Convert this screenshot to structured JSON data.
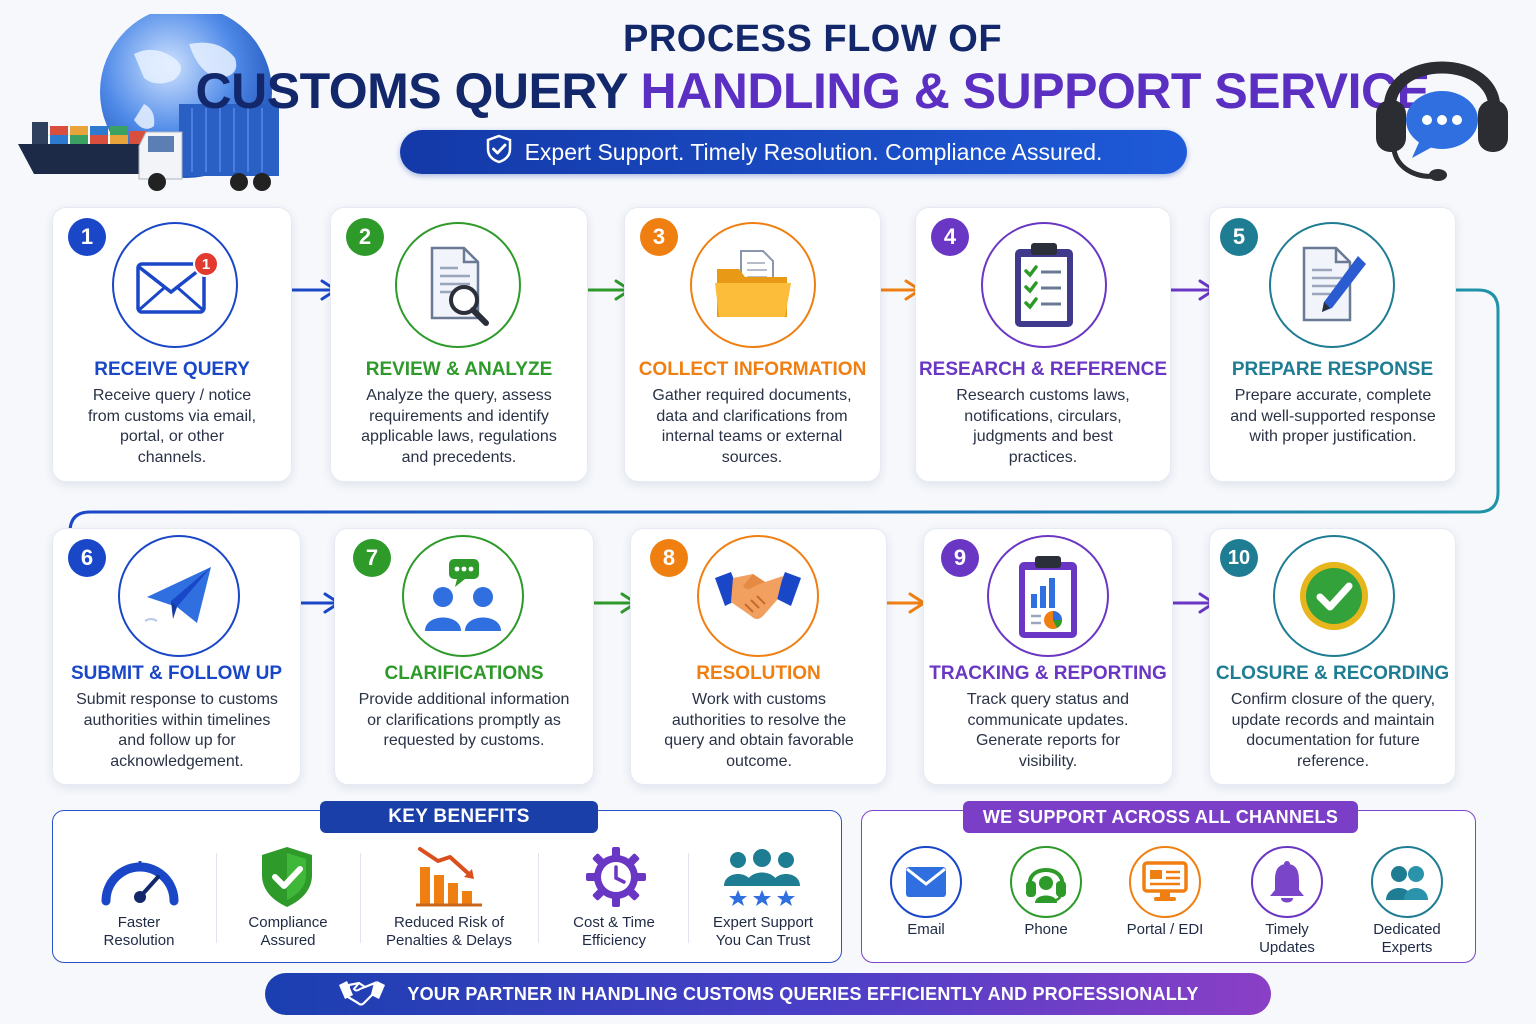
{
  "header": {
    "title_line1": "PROCESS FLOW OF",
    "title_line2_a": "CUSTOMS QUERY",
    "title_line2_b": "HANDLING & SUPPORT SERVICE",
    "tagline": "Expert Support. Timely Resolution. Compliance Assured."
  },
  "colors": {
    "navy": "#13286b",
    "blue": "#1a47c8",
    "green": "#2e9a2a",
    "orange": "#f07f12",
    "purple": "#6a37c4",
    "teal": "#1f7d93"
  },
  "steps": [
    {
      "num": "1",
      "title": "RECEIVE QUERY",
      "desc": "Receive query / notice from customs via email, portal, or other channels.",
      "icon": "envelope-icon",
      "color": "#1a47c8"
    },
    {
      "num": "2",
      "title": "REVIEW & ANALYZE",
      "desc": "Analyze the query, assess requirements and identify applicable laws, regulations and precedents.",
      "icon": "document-magnifier-icon",
      "color": "#2e9a2a"
    },
    {
      "num": "3",
      "title": "COLLECT INFORMATION",
      "desc": "Gather required documents, data and clarifications from internal teams or external sources.",
      "icon": "folder-icon",
      "color": "#f07f12"
    },
    {
      "num": "4",
      "title": "RESEARCH & REFERENCE",
      "desc": "Research customs laws, notifications, circulars, judgments and best practices.",
      "icon": "clipboard-checklist-icon",
      "color": "#6a37c4"
    },
    {
      "num": "5",
      "title": "PREPARE RESPONSE",
      "desc": "Prepare accurate, complete and well-supported response with proper justification.",
      "icon": "document-pen-icon",
      "color": "#1f7d93"
    },
    {
      "num": "6",
      "title": "SUBMIT & FOLLOW UP",
      "desc": "Submit response to customs authorities within timelines and follow up for acknowledgement.",
      "icon": "paper-plane-icon",
      "color": "#1a47c8"
    },
    {
      "num": "7",
      "title": "CLARIFICATIONS",
      "desc": "Provide additional information or clarifications promptly as requested by customs.",
      "icon": "people-chat-icon",
      "color": "#2e9a2a"
    },
    {
      "num": "8",
      "title": "RESOLUTION",
      "desc": "Work with customs authorities to resolve the query and obtain favorable outcome.",
      "icon": "handshake-icon",
      "color": "#f07f12"
    },
    {
      "num": "9",
      "title": "TRACKING & REPORTING",
      "desc": "Track query status and communicate updates. Generate reports for visibility.",
      "icon": "report-chart-icon",
      "color": "#6a37c4"
    },
    {
      "num": "10",
      "title": "CLOSURE & RECORDING",
      "desc": "Confirm closure of the query, update records and maintain documentation for future reference.",
      "icon": "check-circle-icon",
      "color": "#1f7d93"
    }
  ],
  "benefits": {
    "heading": "KEY BENEFITS",
    "items": [
      {
        "line1": "Faster",
        "line2": "Resolution",
        "icon": "speedometer-icon"
      },
      {
        "line1": "Compliance",
        "line2": "Assured",
        "icon": "shield-check-icon"
      },
      {
        "line1": "Reduced Risk of",
        "line2": "Penalties & Delays",
        "icon": "declining-bars-icon"
      },
      {
        "line1": "Cost & Time",
        "line2": "Efficiency",
        "icon": "gear-clock-icon"
      },
      {
        "line1": "Expert Support",
        "line2": "You Can Trust",
        "icon": "team-stars-icon"
      }
    ]
  },
  "channels": {
    "heading": "WE SUPPORT ACROSS ALL CHANNELS",
    "items": [
      {
        "line1": "Email",
        "line2": "",
        "icon": "envelope-icon",
        "color": "#1a47c8"
      },
      {
        "line1": "Phone",
        "line2": "",
        "icon": "headset-icon",
        "color": "#2e9a2a"
      },
      {
        "line1": "Portal / EDI",
        "line2": "",
        "icon": "monitor-icon",
        "color": "#f07f12"
      },
      {
        "line1": "Timely",
        "line2": "Updates",
        "icon": "bell-icon",
        "color": "#6a37c4"
      },
      {
        "line1": "Dedicated",
        "line2": "Experts",
        "icon": "users-icon",
        "color": "#1f7d93"
      }
    ]
  },
  "notification_badge": "1",
  "footer": "YOUR PARTNER IN HANDLING CUSTOMS QUERIES EFFICIENTLY AND PROFESSIONALLY"
}
